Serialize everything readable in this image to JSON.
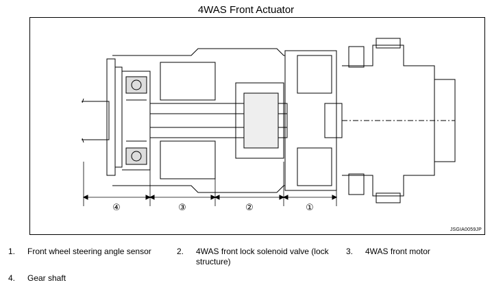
{
  "title": "4WAS Front Actuator",
  "figure_code": "JSGIA0059JP",
  "section_labels": [
    "④",
    "③",
    "②",
    "①"
  ],
  "legend": [
    {
      "num": "1.",
      "text": "Front wheel steering angle sensor"
    },
    {
      "num": "2.",
      "text": "4WAS front lock solenoid valve (lock structure)"
    },
    {
      "num": "3.",
      "text": "4WAS front motor"
    },
    {
      "num": "4.",
      "text": "Gear shaft"
    }
  ]
}
